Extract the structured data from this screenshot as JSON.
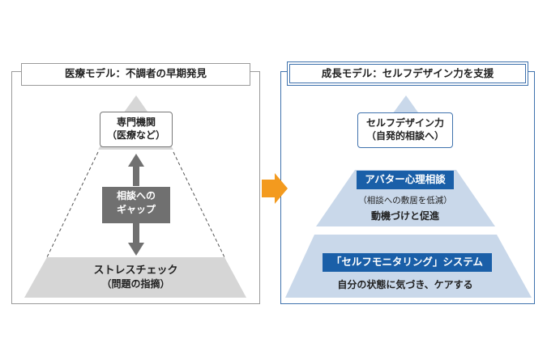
{
  "left_panel": {
    "title": "医療モデル：不調者の早期発見",
    "top_box": {
      "line1": "専門機関",
      "line2": "（医療など）"
    },
    "gap_box": {
      "line1": "相談への",
      "line2": "ギャップ"
    },
    "bottom": {
      "line1": "ストレスチェック",
      "line2": "（問題の指摘）"
    }
  },
  "right_panel": {
    "title": "成長モデル：セルフデザイン力を支援",
    "top_box": {
      "line1": "セルフデザイン力",
      "line2": "（自発的相談へ）"
    },
    "middle_label": "アバター心理相談",
    "middle_sub": "（相談への敷居を低減）",
    "middle_desc": "動機づけと促進",
    "bottom_label": "「セルフモニタリング」システム",
    "bottom_desc": "自分の状態に気づき、ケアする"
  },
  "colors": {
    "left_frame": "#9a9a9a",
    "right_frame": "#3f72ad",
    "arrow_orange": "#f39a1e",
    "blue_label": "#1a5fa8",
    "pyramid_blue": "#c9d8ea",
    "pyramid_grey": "#d6d6d6",
    "gap_grey": "#707070"
  }
}
